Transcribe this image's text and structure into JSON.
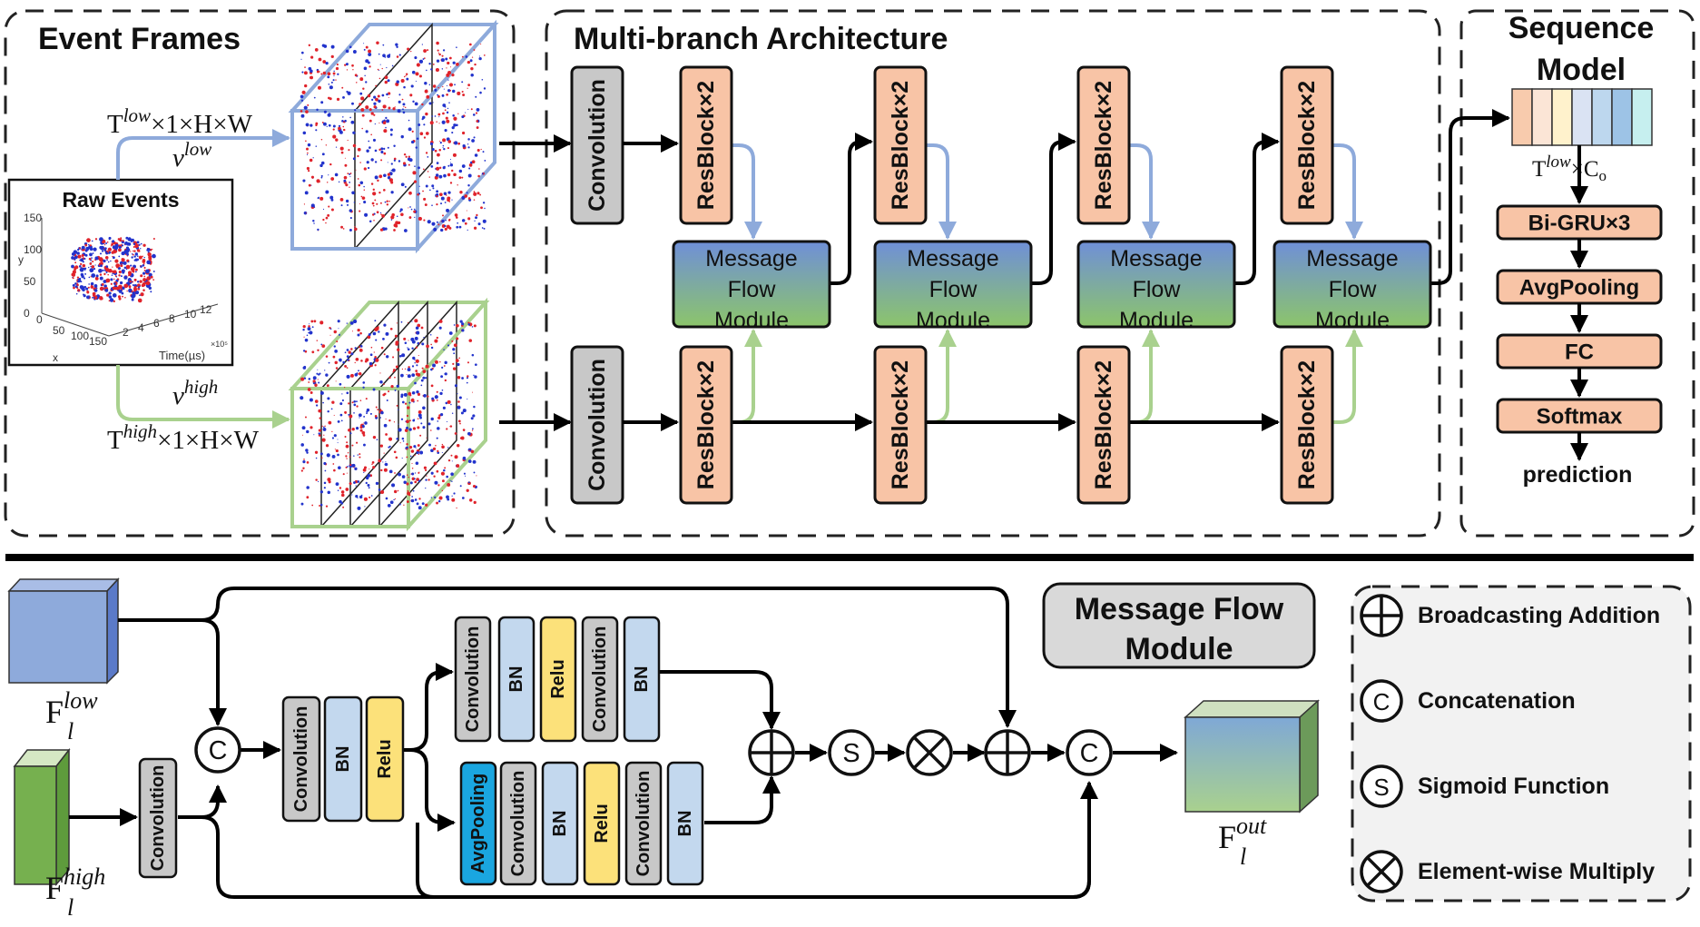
{
  "sections": {
    "event_frames": "Event Frames",
    "multi_branch": "Multi-branch Architecture",
    "sequence_model_l1": "Sequence",
    "sequence_model_l2": "Model",
    "mfm_title_l1": "Message Flow",
    "mfm_title_l2": "Module"
  },
  "raw_events": {
    "title": "Raw Events",
    "y_label": "y",
    "x_label": "x",
    "t_label": "Time(µs)",
    "t_exp": "×10⁵",
    "y_ticks": [
      "150",
      "100",
      "50",
      "0"
    ],
    "x_ticks": [
      "0",
      "50",
      "100",
      "150"
    ],
    "t_ticks": [
      "2",
      "4",
      "6",
      "8",
      "10",
      "12"
    ]
  },
  "inputs": {
    "low_shape_base": "T",
    "low_shape_sup": "low",
    "low_shape_rest": "×1×H×W",
    "low_v": "v",
    "low_v_sup": "low",
    "high_shape_base": "T",
    "high_shape_sup": "high",
    "high_shape_rest": "×1×H×W",
    "high_v": "v",
    "high_v_sup": "high"
  },
  "blocks": {
    "convolution": "Convolution",
    "resblock": "ResBlock×2",
    "mfm_l1": "Message",
    "mfm_l2": "Flow",
    "mfm_l3": "Module"
  },
  "sequence": {
    "feature_base": "T",
    "feature_sup": "low",
    "feature_rest": "×C",
    "feature_sub": "o",
    "steps": [
      "Bi-GRU×3",
      "AvgPooling",
      "FC",
      "Softmax"
    ],
    "output": "prediction"
  },
  "mfm": {
    "f_low_base": "F",
    "f_low_sub": "l",
    "f_low_sup": "low",
    "f_high_base": "F",
    "f_high_sub": "l",
    "f_high_sup": "high",
    "f_out_base": "F",
    "f_out_sub": "l",
    "f_out_sup": "out",
    "convolution": "Convolution",
    "bn": "BN",
    "relu": "Relu",
    "avgpooling": "AvgPooling",
    "op_concat": "C",
    "op_sigmoid": "S"
  },
  "legend": [
    {
      "symbol": "plus-circle",
      "text": "Broadcasting Addition"
    },
    {
      "symbol": "C",
      "text": "Concatenation"
    },
    {
      "symbol": "S",
      "text": "Sigmoid Function"
    },
    {
      "symbol": "times-circle",
      "text": "Element-wise Multiply"
    }
  ],
  "colors": {
    "conv_gray": "#c8c8c8",
    "resblock_orange": "#f8c4a6",
    "bn_blue": "#c3d8ee",
    "relu_yellow": "#fce17a",
    "avgpool_cyan": "#1aa6e0",
    "low_blue": "#8eaadb",
    "high_green": "#a9d18e"
  }
}
